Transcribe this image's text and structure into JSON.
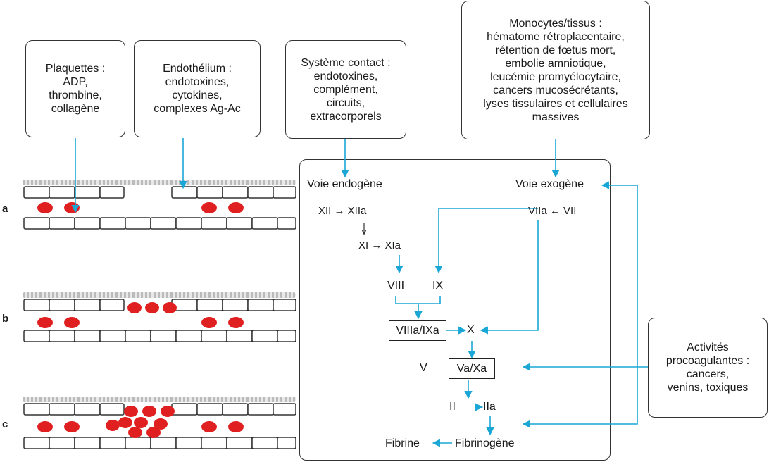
{
  "boxes": {
    "plaquettes": [
      "Plaquettes :",
      "ADP,",
      "thrombine,",
      "collagène"
    ],
    "endothelium": [
      "Endothélium :",
      "endotoxines,",
      "cytokines,",
      "complexes Ag-Ac"
    ],
    "contact": [
      "Système contact :",
      "endotoxines,",
      "complément,",
      "circuits,",
      "extracorporels"
    ],
    "monocytes": [
      "Monocytes/tissus :",
      "hématome rétroplacentaire,",
      "rétention de fœtus mort,",
      "embolie amniotique,",
      "leucémie promyélocytaire,",
      "cancers mucosécrétants,",
      "lyses tissulaires et cellulaires",
      "massives"
    ],
    "procoag": [
      "Activités",
      "procoagulantes :",
      "cancers,",
      "venins, toxiques"
    ]
  },
  "rows": [
    "a",
    "b",
    "c"
  ],
  "cascade": {
    "voie_endogene": "Voie endogène",
    "voie_exogene": "Voie exogène",
    "xii": "XII → XIIa",
    "xi": "XI → XIa",
    "vii": "VIIa ← VII",
    "viii": "VIII",
    "ix": "IX",
    "viiia_ixa": "VIIIa/IXa",
    "x": "X",
    "v": "V",
    "va_xa": "Va/Xa",
    "ii": "II",
    "iia": "IIa",
    "fibrine": "Fibrine",
    "fibrinogene": "Fibrinogène"
  },
  "colors": {
    "arrow": "#1aa7d6",
    "cell": "#e02020",
    "border": "#333333"
  }
}
